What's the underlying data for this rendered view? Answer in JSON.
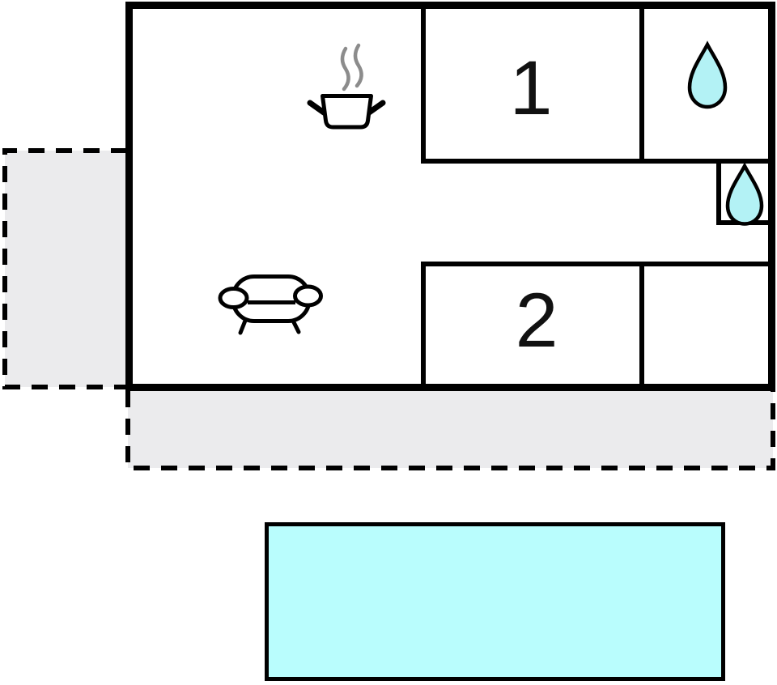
{
  "floor_plan": {
    "type": "apartment-floor-plan-with-pool",
    "rooms": [
      {
        "label": "1"
      },
      {
        "label": "2"
      }
    ],
    "icons": [
      {
        "name": "stove-pot-icon",
        "meaning": "kitchen / cooking area"
      },
      {
        "name": "sofa-icon",
        "meaning": "living room"
      },
      {
        "name": "water-drop-icon",
        "meaning": "bathroom"
      },
      {
        "name": "water-drop-icon",
        "meaning": "wc / shower"
      }
    ],
    "colors": {
      "wall": "#000000",
      "floor": "#ffffff",
      "terrace": "#ebebed",
      "water": "#b3f2f5",
      "pool": "#b9fdfd",
      "steam": "#8c8c8c"
    }
  }
}
